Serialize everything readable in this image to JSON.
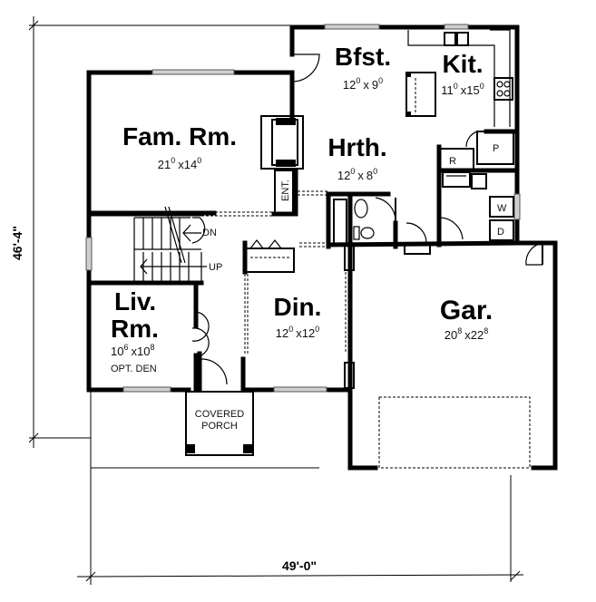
{
  "plan": {
    "overall_height": "46'-4\"",
    "overall_width": "49'-0\""
  },
  "rooms": {
    "bfst": {
      "name": "Bfst.",
      "dim_a": "12",
      "dim_a_in": "0",
      "dim_b": "9",
      "dim_b_in": "0",
      "sep": "x"
    },
    "kit": {
      "name": "Kit.",
      "dim_a": "11",
      "dim_a_in": "0",
      "dim_b": "15",
      "dim_b_in": "0",
      "sep": "x"
    },
    "fam": {
      "name": "Fam. Rm.",
      "dim_a": "21",
      "dim_a_in": "0",
      "dim_b": "14",
      "dim_b_in": "0",
      "sep": "x"
    },
    "hrth": {
      "name": "Hrth.",
      "dim_a": "12",
      "dim_a_in": "0",
      "dim_b": "8",
      "dim_b_in": "0",
      "sep": "x"
    },
    "liv": {
      "name_line1": "Liv.",
      "name_line2": "Rm.",
      "dim_a": "10",
      "dim_a_in": "6",
      "dim_b": "10",
      "dim_b_in": "8",
      "sep": "x",
      "note": "OPT. DEN"
    },
    "din": {
      "name": "Din.",
      "dim_a": "12",
      "dim_a_in": "0",
      "dim_b": "12",
      "dim_b_in": "0",
      "sep": "x"
    },
    "gar": {
      "name": "Gar.",
      "dim_a": "20",
      "dim_a_in": "8",
      "dim_b": "22",
      "dim_b_in": "8",
      "sep": "x"
    },
    "porch": {
      "line1": "COVERED",
      "line2": "PORCH"
    }
  },
  "labels": {
    "entry": "ENT.",
    "stair_down": "DN",
    "stair_up": "UP",
    "refrigerator": "R",
    "pantry": "P",
    "washer": "W",
    "dryer": "D"
  }
}
